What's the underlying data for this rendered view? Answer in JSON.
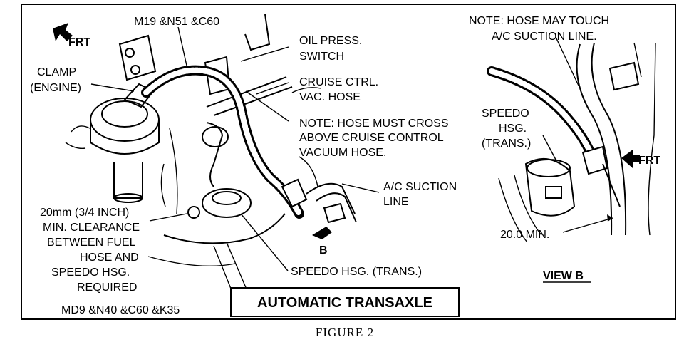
{
  "frame": {
    "main_labels": {
      "engine_codes_top": "M19 &N51 &C60",
      "frt": "FRT",
      "clamp_line1": "CLAMP",
      "clamp_line2": "(ENGINE)",
      "oil_press_line1": "OIL PRESS.",
      "oil_press_line2": "SWITCH",
      "cruise_line1": "CRUISE CTRL.",
      "cruise_line2": "VAC. HOSE",
      "note_cross_line1": "NOTE: HOSE MUST CROSS",
      "note_cross_line2": "ABOVE CRUISE CONTROL",
      "note_cross_line3": "VACUUM HOSE.",
      "ac_line1": "A/C SUCTION",
      "ac_line2": "LINE",
      "b_marker": "B",
      "clear_line1": "20mm (3/4 INCH)",
      "clear_line2": "MIN. CLEARANCE",
      "clear_line3": "BETWEEN FUEL",
      "clear_line4": "HOSE AND",
      "clear_line5": "SPEEDO HSG.",
      "clear_line6": "REQUIRED",
      "speedo_trans": "SPEEDO HSG. (TRANS.)",
      "engine_codes_bottom": "MD9 &N40 &C60 &K35",
      "title": "AUTOMATIC TRANSAXLE"
    },
    "view_b": {
      "note_line1": "NOTE: HOSE MAY TOUCH",
      "note_line2": "A/C SUCTION LINE.",
      "speedo_line1": "SPEEDO",
      "speedo_line2": "HSG.",
      "speedo_line3": "(TRANS.)",
      "frt": "FRT",
      "min": "20.0 MIN.",
      "label": "VIEW B"
    }
  },
  "caption": "FIGURE 2"
}
